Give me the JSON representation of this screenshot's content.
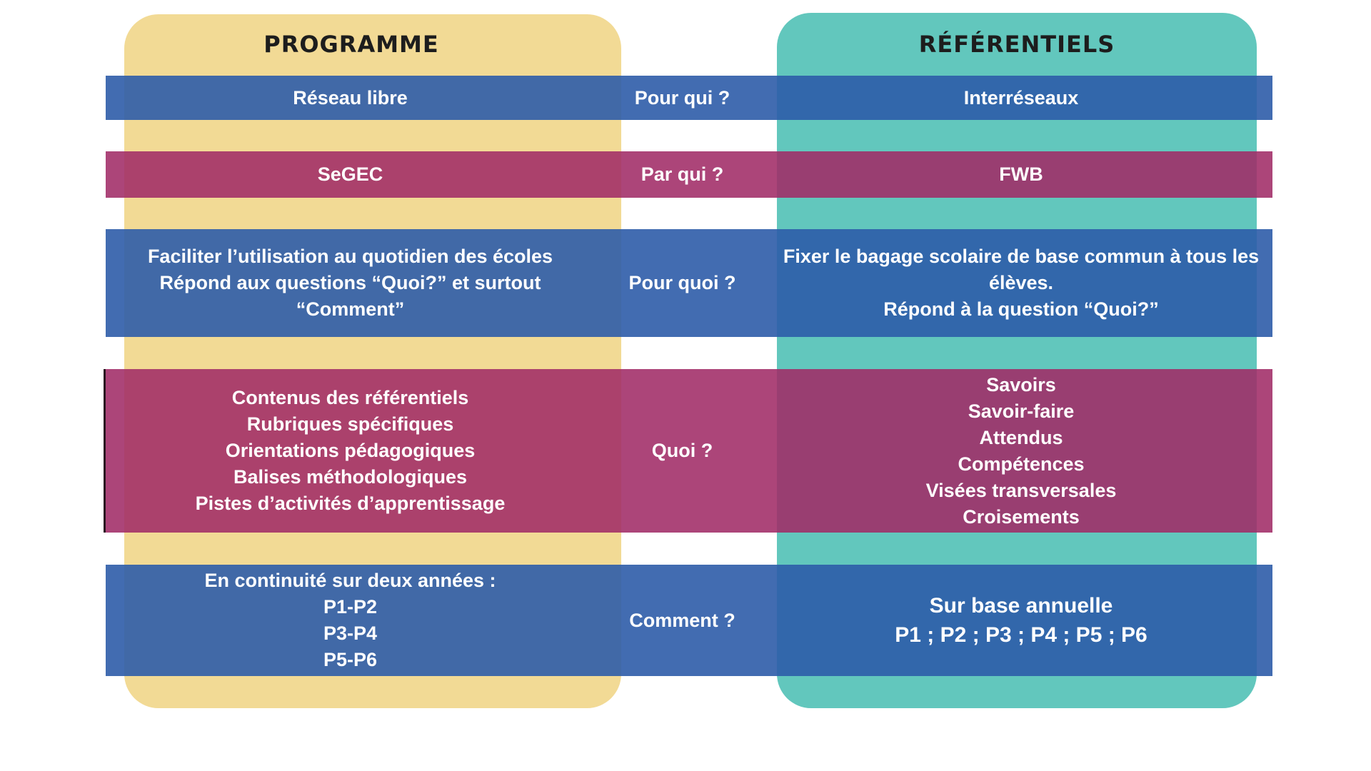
{
  "columns": {
    "programme": "PROGRAMME",
    "referentiels": "RÉFÉRENTIELS"
  },
  "rows": [
    {
      "question": "Pour qui ?",
      "programme": [
        "Réseau libre"
      ],
      "referentiels": [
        "Interréseaux"
      ]
    },
    {
      "question": "Par qui ?",
      "programme": [
        "SeGEC"
      ],
      "referentiels": [
        "FWB"
      ]
    },
    {
      "question": "Pour quoi ?",
      "programme": [
        "Faciliter l’utilisation au quotidien des écoles",
        "Répond aux questions “Quoi?” et surtout",
        "“Comment”"
      ],
      "referentiels": [
        "Fixer le bagage scolaire de base commun à tous les",
        "élèves.",
        "Répond à la question “Quoi?”"
      ]
    },
    {
      "question": "Quoi ?",
      "programme": [
        "Contenus des référentiels",
        "Rubriques spécifiques",
        "Orientations pédagogiques",
        "Balises méthodologiques",
        "Pistes d’activités d’apprentissage"
      ],
      "referentiels": [
        "Savoirs",
        "Savoir-faire",
        "Attendus",
        "Compétences",
        "Visées transversales",
        "Croisements"
      ]
    },
    {
      "question": "Comment ?",
      "programme": [
        "En continuité sur deux années :",
        "P1-P2",
        "P3-P4",
        "P5-P6"
      ],
      "referentiels": [
        "Sur base annuelle",
        "P1 ; P2 ; P3 ; P4 ; P5 ; P6"
      ]
    }
  ],
  "colors": {
    "programme_column": "#f2da95",
    "referentiels_column": "#62c7bd",
    "blue_band": "#2d5ca8",
    "pink_band": "#a02b66"
  }
}
